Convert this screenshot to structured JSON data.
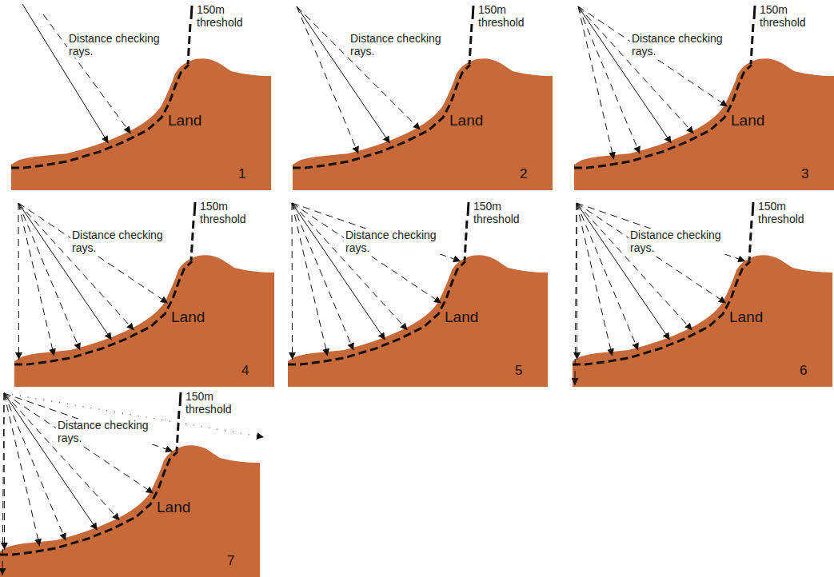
{
  "diagram": {
    "labels": [
      "150m threshold",
      "Distance checking rays.",
      "Land",
      "1",
      "150m threshold",
      "Distance checking rays.",
      "Land",
      "2",
      "150m threshold",
      "Distance checking rays.",
      "Land",
      "3",
      "150m threshold",
      "Distance checking rays.",
      "Land",
      "4",
      "150m threshold",
      "Distance checking rays.",
      "Land",
      "5",
      "150m threshold",
      "Distance checking rays.",
      "Land",
      "6",
      "150m threshold",
      "Distance checking rays.",
      "Land",
      "7"
    ]
  }
}
